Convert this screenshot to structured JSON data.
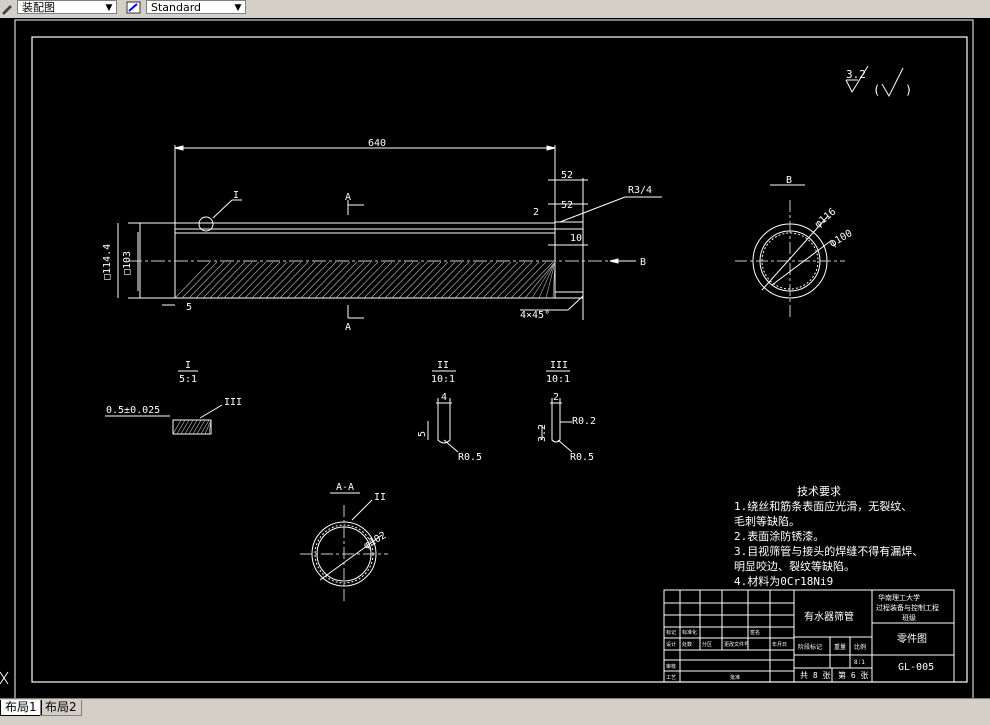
{
  "toolbar": {
    "layer_combo": "装配图",
    "style_combo": "Standard"
  },
  "layout_tabs": [
    "布局1",
    "布局2"
  ],
  "drawing": {
    "roughness": {
      "value": "3.2",
      "paren_open": "(",
      "paren_close": ")"
    },
    "dims": {
      "length": "640",
      "d52a": "52",
      "d52b": "52",
      "d2": "2",
      "d10": "10",
      "r34": "R3/4",
      "d1144": "□114.4",
      "d103": "□103",
      "d5": "5",
      "chamfer": "4×45°",
      "callout_I": "I",
      "sec_A_top": "A",
      "sec_A_bot": "A",
      "sec_B_arrow": "B",
      "view_B": "B",
      "phi116": "φ116",
      "phi100": "φ100",
      "phi102": "φ102",
      "tol": "0.5±0.025",
      "callout_III": "III",
      "d4": "4",
      "d5b": "5",
      "r05a": "R0.5",
      "d2b": "2",
      "r02": "R0.2",
      "d32": "3.2",
      "r05b": "R0.5",
      "aa_title": "A-A",
      "aa_callout_II": "II"
    },
    "detail_views": [
      {
        "name": "I",
        "scale": "5:1"
      },
      {
        "name": "II",
        "scale": "10:1"
      },
      {
        "name": "III",
        "scale": "10:1"
      }
    ],
    "tech_req": {
      "title": "技术要求",
      "lines": [
        "1.绕丝和筋条表面应光滑，无裂纹、",
        "  毛刺等缺陷。",
        "2.表面涂防锈漆。",
        "3.目视筛管与接头的焊缝不得有漏焊、",
        "  明显咬边、裂纹等缺陷。",
        "4.材料为0Cr18Ni9"
      ]
    },
    "title_block": {
      "university": "华南理工大学",
      "dept": "过程装备与控制工程",
      "class": "班级",
      "part_name": "有水器筛管",
      "drawing_type": "零件图",
      "drawing_no": "GL-005",
      "total_sheets": "共 8 张",
      "sheet_no": "第 6 张",
      "stage_label": "阶段标记",
      "weight_label": "重量",
      "scale_label": "比例",
      "scale_value": "8:1",
      "rows": [
        "标记",
        "处数",
        "分区",
        "更改文件号",
        "签名",
        "年月日",
        "设计",
        "标准化",
        "审核",
        "工艺",
        "批准"
      ]
    }
  }
}
